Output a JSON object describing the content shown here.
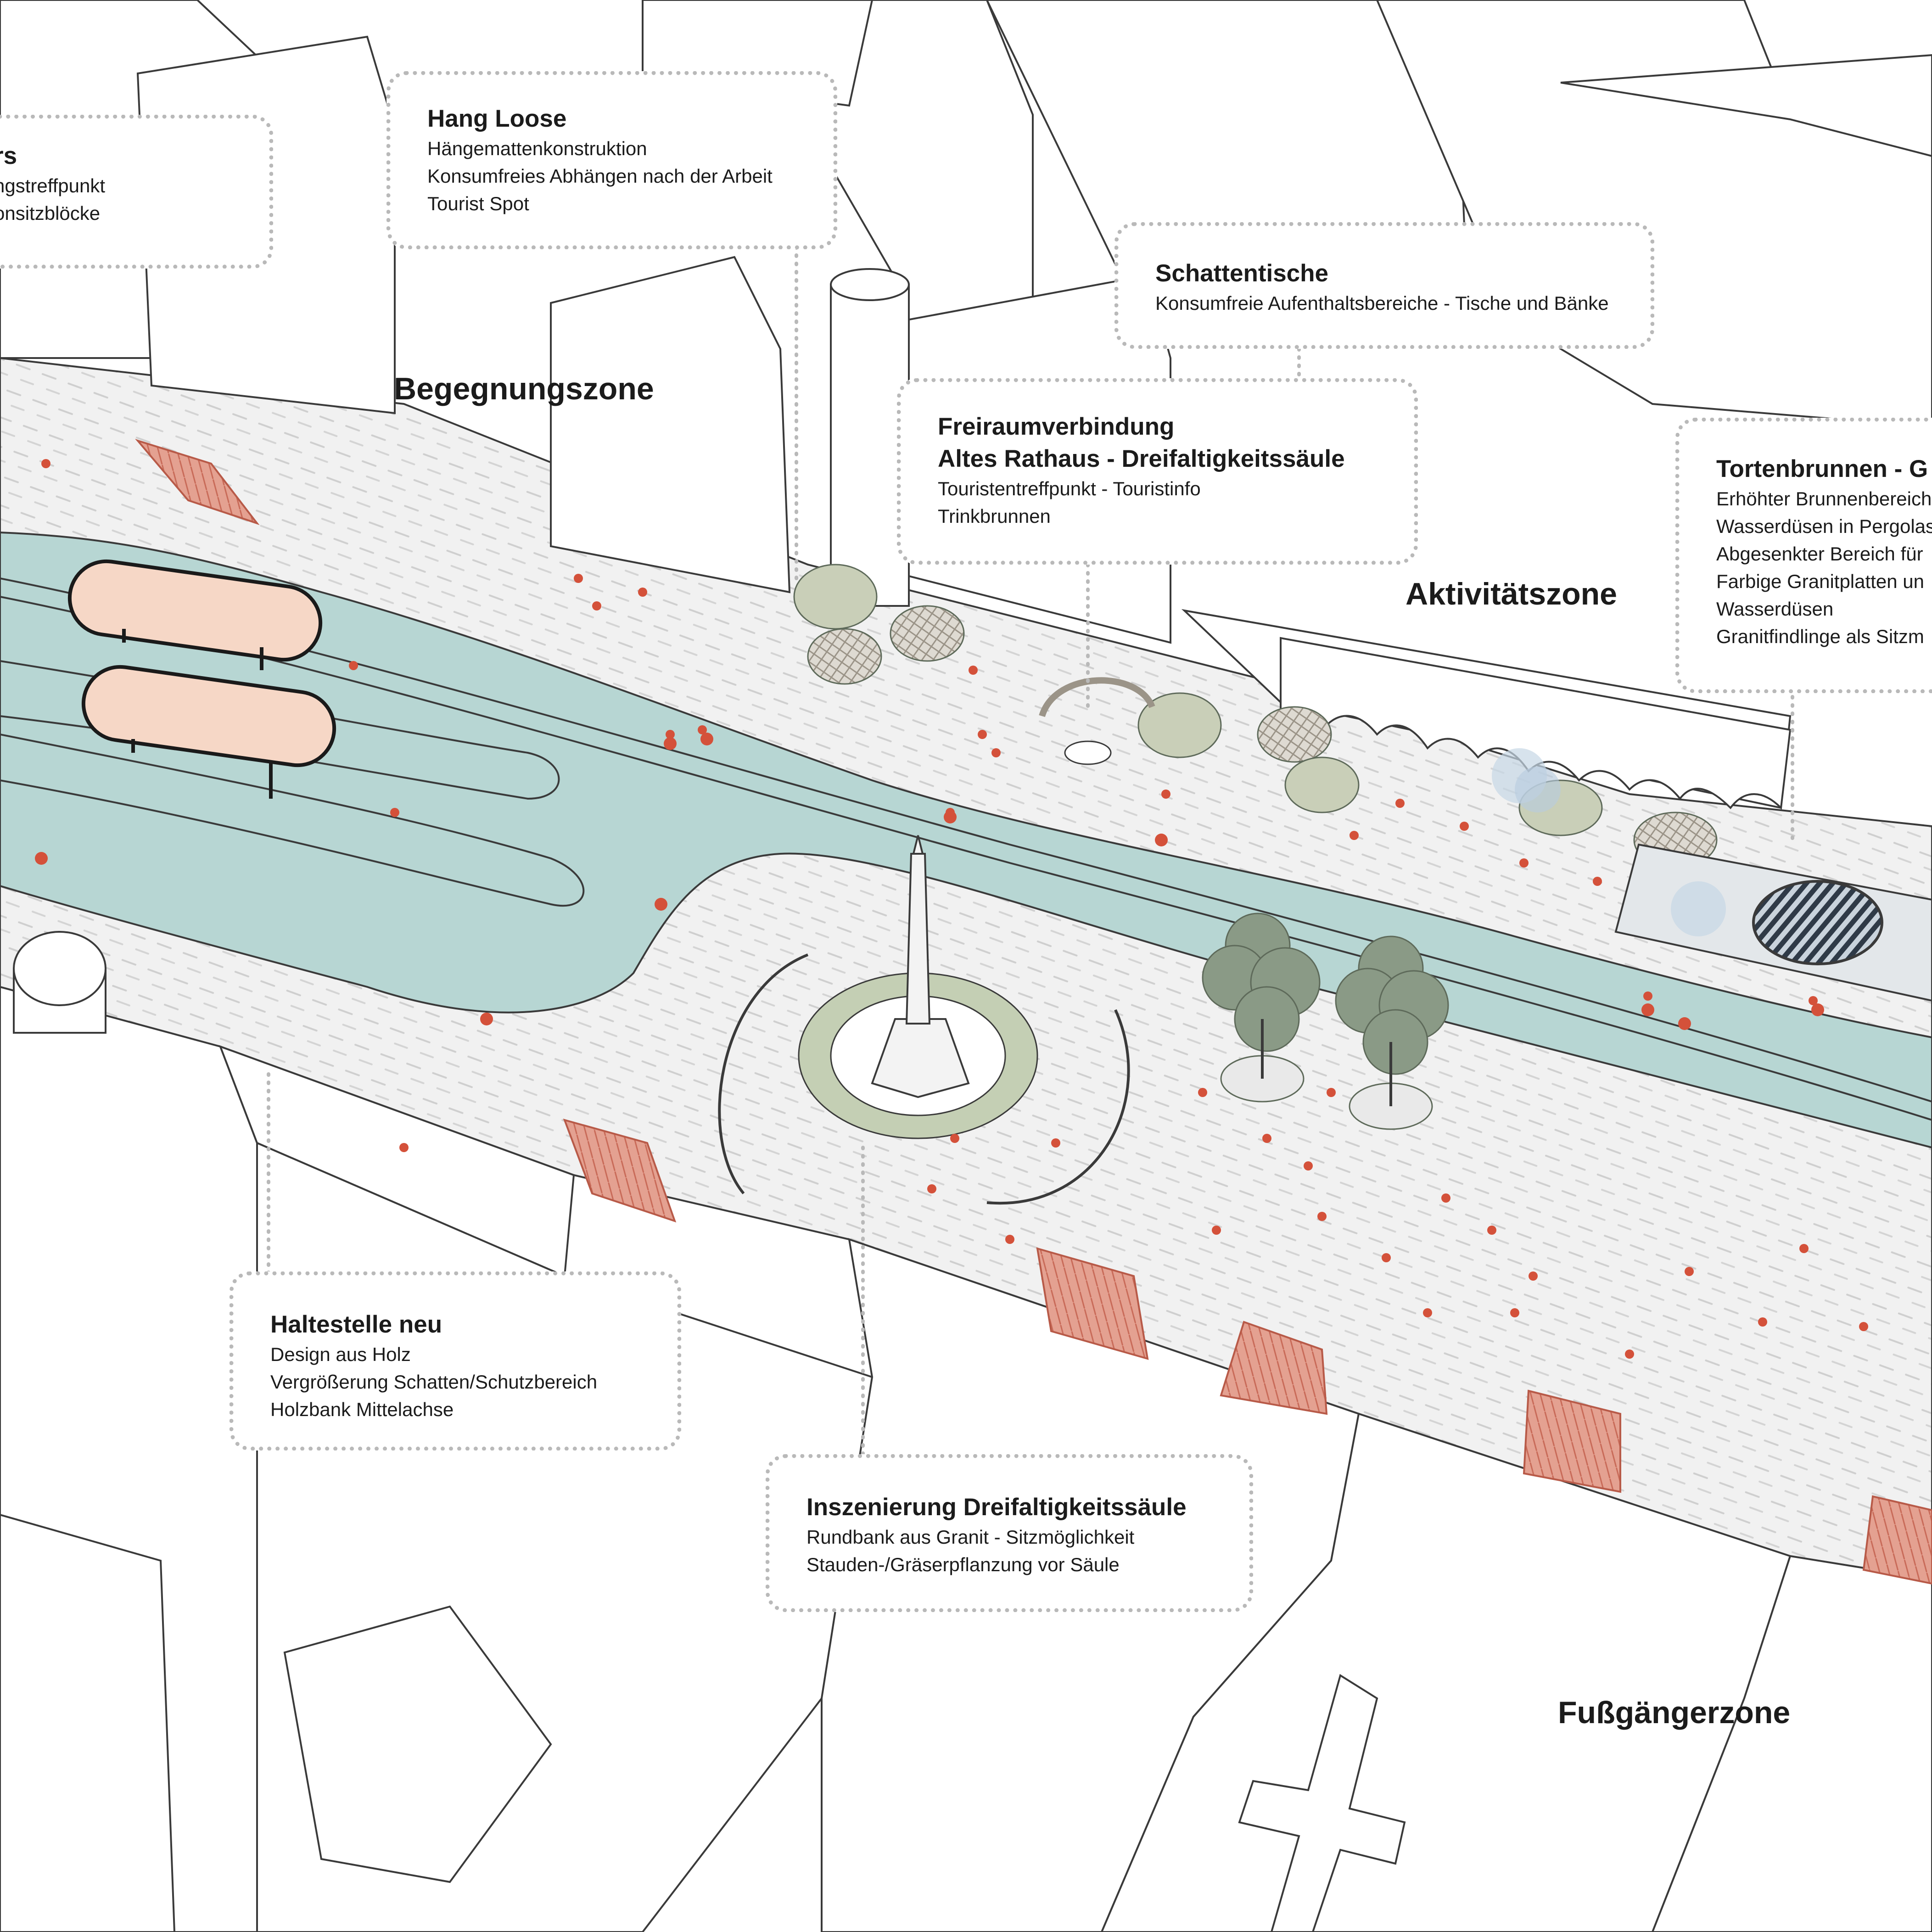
{
  "zones": {
    "begegnung": "Begegnungszone",
    "aktivitaet": "Aktivitätszone",
    "fussgaenger": "Fußgängerzone"
  },
  "callouts": {
    "left_cut": {
      "title": "rs",
      "lines": [
        "ngstreffpunkt",
        "onsitzblöcke"
      ]
    },
    "hang_loose": {
      "title": "Hang Loose",
      "lines": [
        "Hängemattenkonstruktion",
        "Konsumfreies Abhängen nach der Arbeit",
        "Tourist Spot"
      ]
    },
    "schattentische": {
      "title": "Schattentische",
      "lines": [
        "Konsumfreie Aufenthaltsbereiche - Tische und Bänke"
      ]
    },
    "freiraum": {
      "title": [
        "Freiraumverbindung",
        "Altes Rathaus - Dreifaltigkeitssäule"
      ],
      "lines": [
        "Touristentreffpunkt - Touristinfo",
        "Trinkbrunnen"
      ]
    },
    "tortenbrunnen": {
      "title": "Tortenbrunnen - G",
      "lines": [
        "Erhöhter Brunnenbereich",
        "Wasserdüsen in Pergolas",
        "Abgesenkter Bereich für",
        "Farbige Granitplatten un",
        "Wasserdüsen",
        "Granitfindlinge als Sitzm"
      ]
    },
    "haltestelle": {
      "title": "Haltestelle neu",
      "lines": [
        "Design aus Holz",
        "Vergrößerung Schatten/Schutzbereich",
        "Holzbank Mittelachse"
      ]
    },
    "inszenierung": {
      "title": "Inszenierung Dreifaltigkeitssäule",
      "lines": [
        "Rundbank aus Granit - Sitzmöglichkeit",
        "Stauden-/Gräserpflanzung vor Säule"
      ]
    }
  },
  "colors": {
    "road": "#b7d6d3",
    "plaza": "#f0f0f0",
    "building": "#ffffff",
    "outline": "#3a3a3a",
    "people": "#d4513a",
    "shelter": "#f6d7c6",
    "tree": "#8a9a86",
    "dotted_frame": "#b9b9b9"
  }
}
